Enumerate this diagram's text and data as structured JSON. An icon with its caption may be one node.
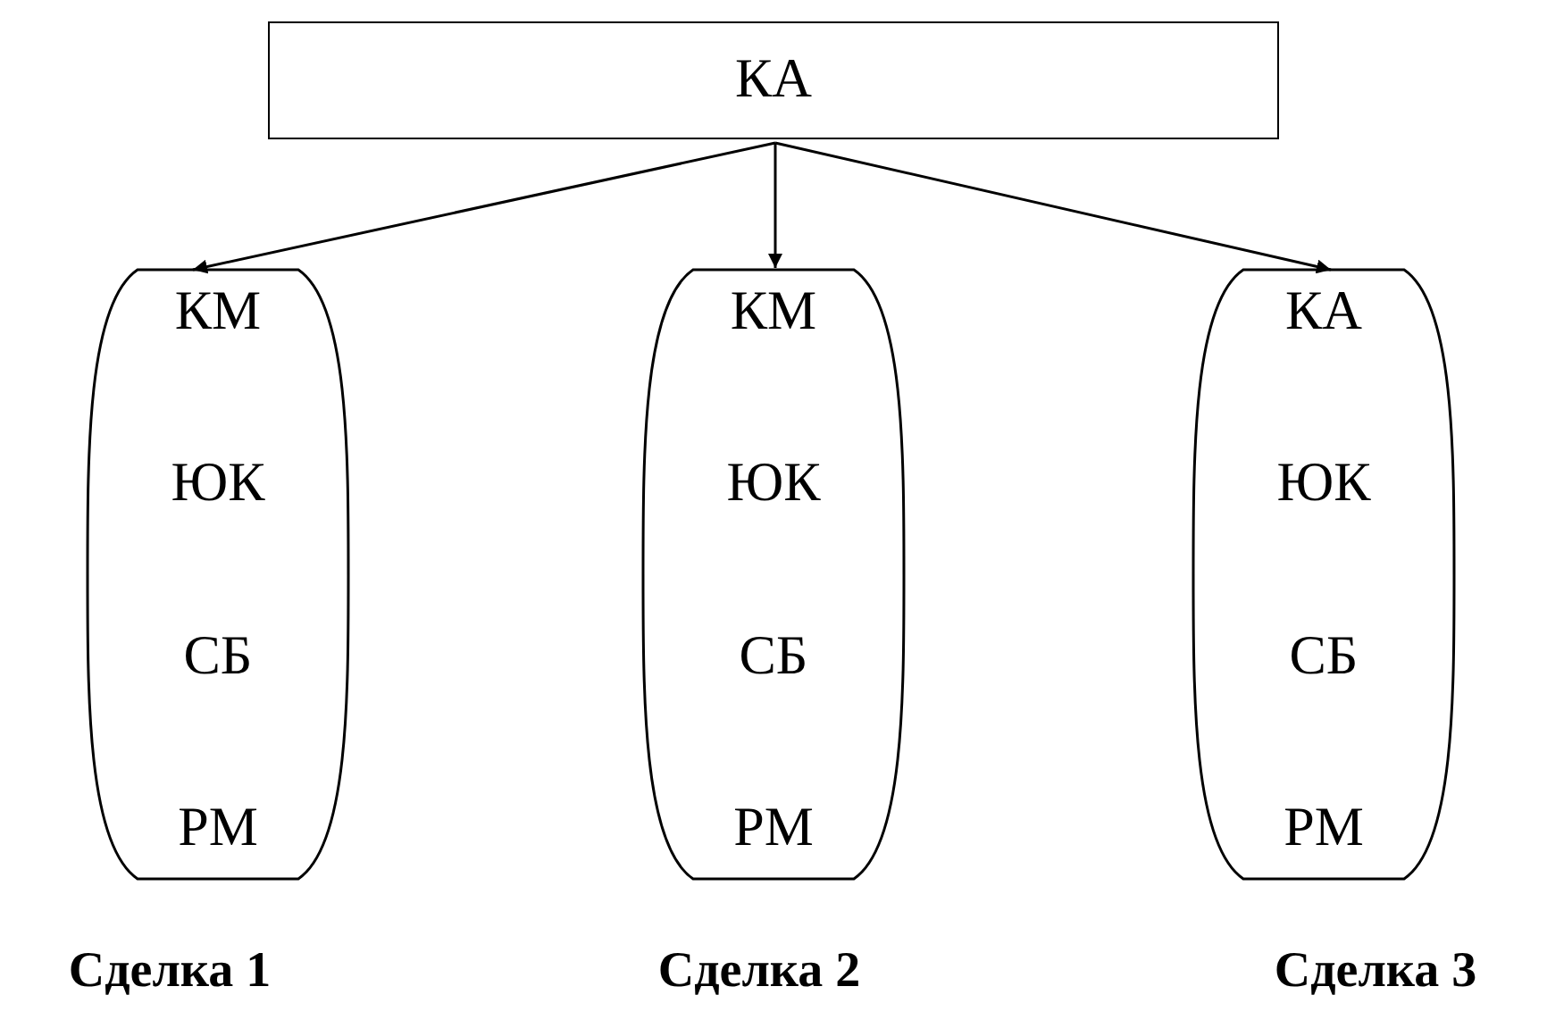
{
  "diagram": {
    "nodes": [
      {
        "text": [
          "КА"
        ]
      },
      {
        "text": [
          "КМ",
          "ЮК",
          "СБ",
          "РМ"
        ],
        "beside": [
          "Сделка 1"
        ]
      },
      {
        "text": [
          "КМ",
          "ЮК",
          "СБ",
          "РМ"
        ],
        "beside": [
          "Сделка 2"
        ]
      },
      {
        "text": [
          "КА",
          "ЮК",
          "СБ",
          "РМ"
        ],
        "beside": [
          "Сделка 3"
        ]
      }
    ],
    "edges": [
      {
        "from": 0,
        "to": 1,
        "arrow": "to"
      },
      {
        "from": 0,
        "to": 2,
        "arrow": "to"
      },
      {
        "from": 0,
        "to": 3,
        "arrow": "to"
      }
    ]
  }
}
